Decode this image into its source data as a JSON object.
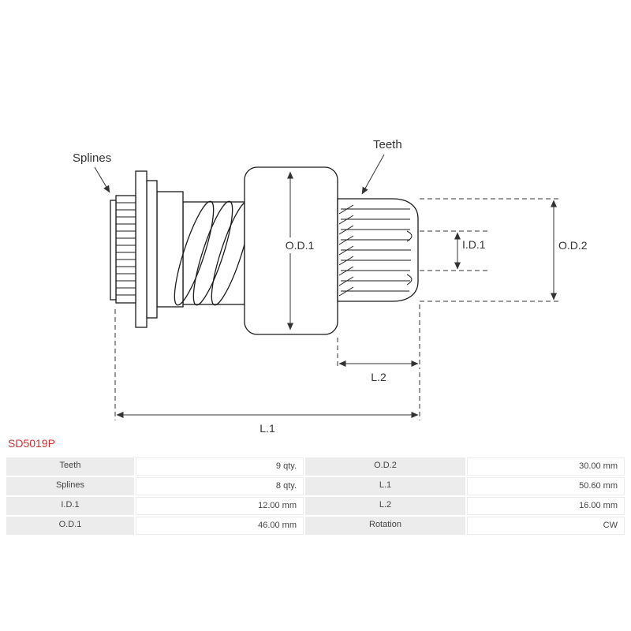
{
  "part_number": "SD5019P",
  "diagram": {
    "labels": {
      "splines": "Splines",
      "teeth": "Teeth",
      "od1": "O.D.1",
      "od2": "O.D.2",
      "id1": "I.D.1",
      "l1": "L.1",
      "l2": "L.2"
    }
  },
  "specs": {
    "rows": [
      {
        "cells": [
          "Teeth",
          "9 qty.",
          "O.D.2",
          "30.00 mm"
        ]
      },
      {
        "cells": [
          "Splines",
          "8 qty.",
          "L.1",
          "50.60 mm"
        ]
      },
      {
        "cells": [
          "I.D.1",
          "12.00 mm",
          "L.2",
          "16.00 mm"
        ]
      },
      {
        "cells": [
          "O.D.1",
          "46.00 mm",
          "Rotation",
          "CW"
        ]
      }
    ]
  }
}
